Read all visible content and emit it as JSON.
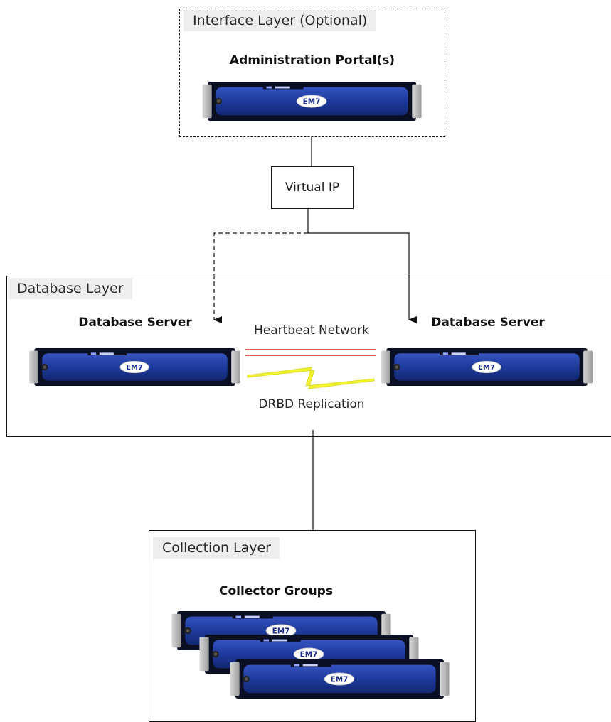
{
  "interface_layer": {
    "label": "Interface Layer (Optional)",
    "heading": "Administration Portal(s)"
  },
  "virtual_ip": {
    "label": "Virtual IP"
  },
  "database_layer": {
    "label": "Database Layer",
    "left_server_heading": "Database Server",
    "right_server_heading": "Database Server",
    "heartbeat_label": "Heartbeat Network",
    "replication_label": "DRBD Replication"
  },
  "collection_layer": {
    "label": "Collection Layer",
    "heading": "Collector Groups"
  },
  "server_logo_text": "EM7",
  "colors": {
    "server_blue": "#1f3c9e",
    "server_dark": "#0b0f24",
    "heartbeat_red": "#e02020",
    "replication_yellow": "#f2f230",
    "line": "#111111"
  }
}
